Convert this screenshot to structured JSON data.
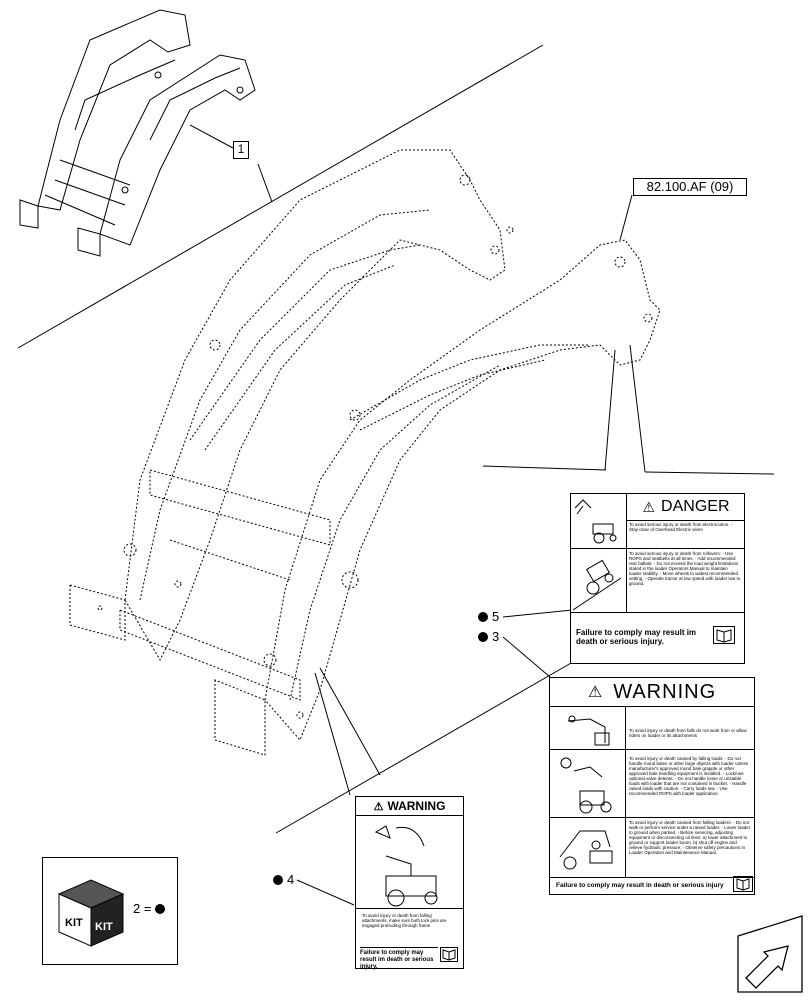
{
  "callouts": {
    "ref_1": "1",
    "ref_82": "82.100.AF (09)"
  },
  "bullets": [
    {
      "num": "5"
    },
    {
      "num": "3"
    },
    {
      "num": "4"
    }
  ],
  "decal_danger": {
    "title": "DANGER",
    "row1_text": "To avoid serious injury or death from electrocution. - Stay clear of Overhead Electric wires",
    "row2_text": "To avoid serious injury or death from rollovers: - Use ROPS and seatbelts at all times. - Add recommended rear ballast. - Do not exceed the load weight limitations stated in the loader Operators Manual to maintain loader stability. - Move wheels to widest recommended setting. - Operate tractor at low speed with loader low to ground.",
    "footer": "Failure to comply may result im death or serious injury."
  },
  "decal_warning_large": {
    "title": "WARNING",
    "row1_text": "To avoid injury or death from falls do not work from or allow riders on loader or its attachments",
    "row2_text": "To avoid injury or death caused by falling loads: - Do not handle round bales or other large objects with loader unless manufacturer's approved round bale grapple or other approved bale handling equipment is installed. - Lock/use optional valve detents. - Do not handle loose or unstable loads with loader that are not contained in bucket. - Handle raised loads with caution. - Carry loads low. - Use recommended ROPS with loader application.",
    "row3_text": "To avoid injury or death caused from falling loaders: - Do not walk or perform service under a raised loader. - Lower loader to ground when parked. - Before servicing, adjusting equipment or disconnecting oil lines: a) lower attachment to ground or support loader boom. b) shut off engine and relieve hydraulic pressure. - Observe safety precautions in Loader Operation and Maintenance Manual.",
    "footer": "Failure to comply may result in death or serious injury"
  },
  "decal_warning_small": {
    "title": "WARNING",
    "row1_text": "To avoid injury or death from falling attachments, make sure both lock pins are engaged protruding through frame",
    "footer": "Failure to comply may result im death or serious injury."
  },
  "kit_box": {
    "kit_label_1": "KIT",
    "kit_label_2": "KIT",
    "legend": "2 ="
  }
}
